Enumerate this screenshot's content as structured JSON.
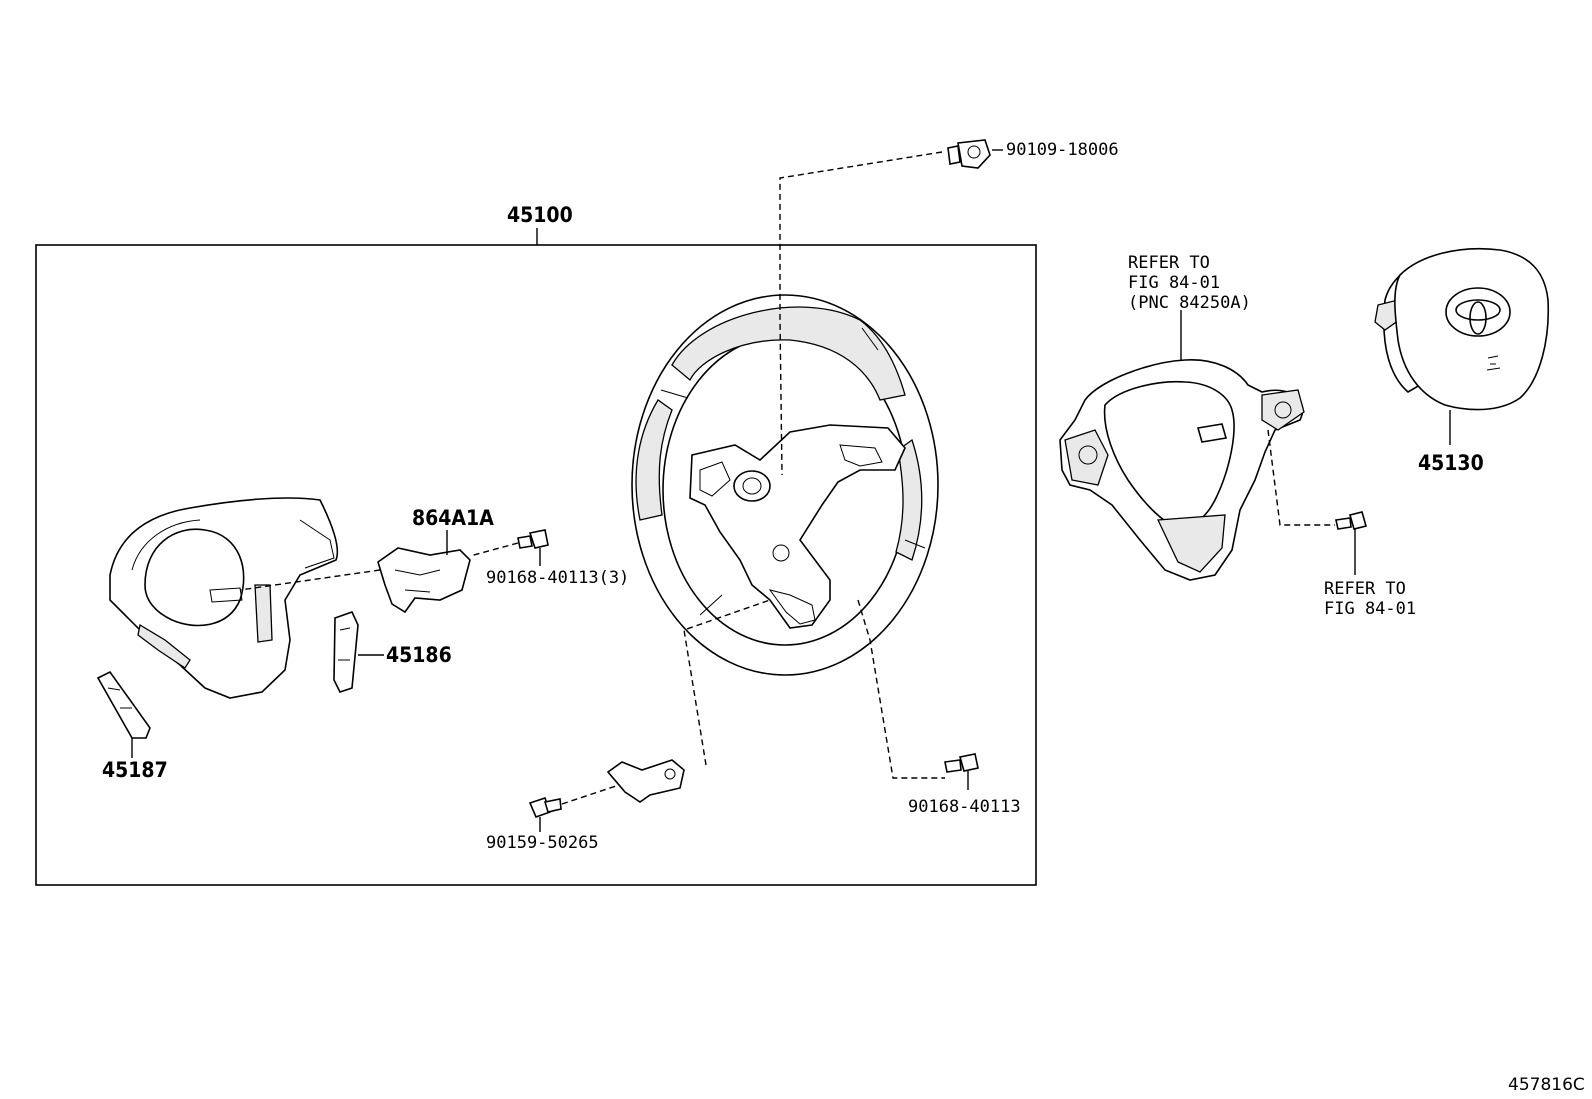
{
  "diagram": {
    "figure_id": "457816C",
    "assembly": {
      "part_no": "45100"
    },
    "parts": [
      {
        "key": "p_90109_18006",
        "part_no": "90109-18006"
      },
      {
        "key": "p_864A1A",
        "part_no": "864A1A"
      },
      {
        "key": "p_90168_40113_3",
        "part_no": "90168-40113(3)"
      },
      {
        "key": "p_45186",
        "part_no": "45186"
      },
      {
        "key": "p_45187",
        "part_no": "45187"
      },
      {
        "key": "p_90159_50265",
        "part_no": "90159-50265"
      },
      {
        "key": "p_90168_40113",
        "part_no": "90168-40113"
      },
      {
        "key": "p_45130",
        "part_no": "45130"
      }
    ],
    "refer_switch": {
      "line1": "REFER TO",
      "line2": "FIG 84-01",
      "line3": "(PNC 84250A)"
    },
    "refer_screw": {
      "line1": "REFER TO",
      "line2": "FIG 84-01"
    }
  }
}
